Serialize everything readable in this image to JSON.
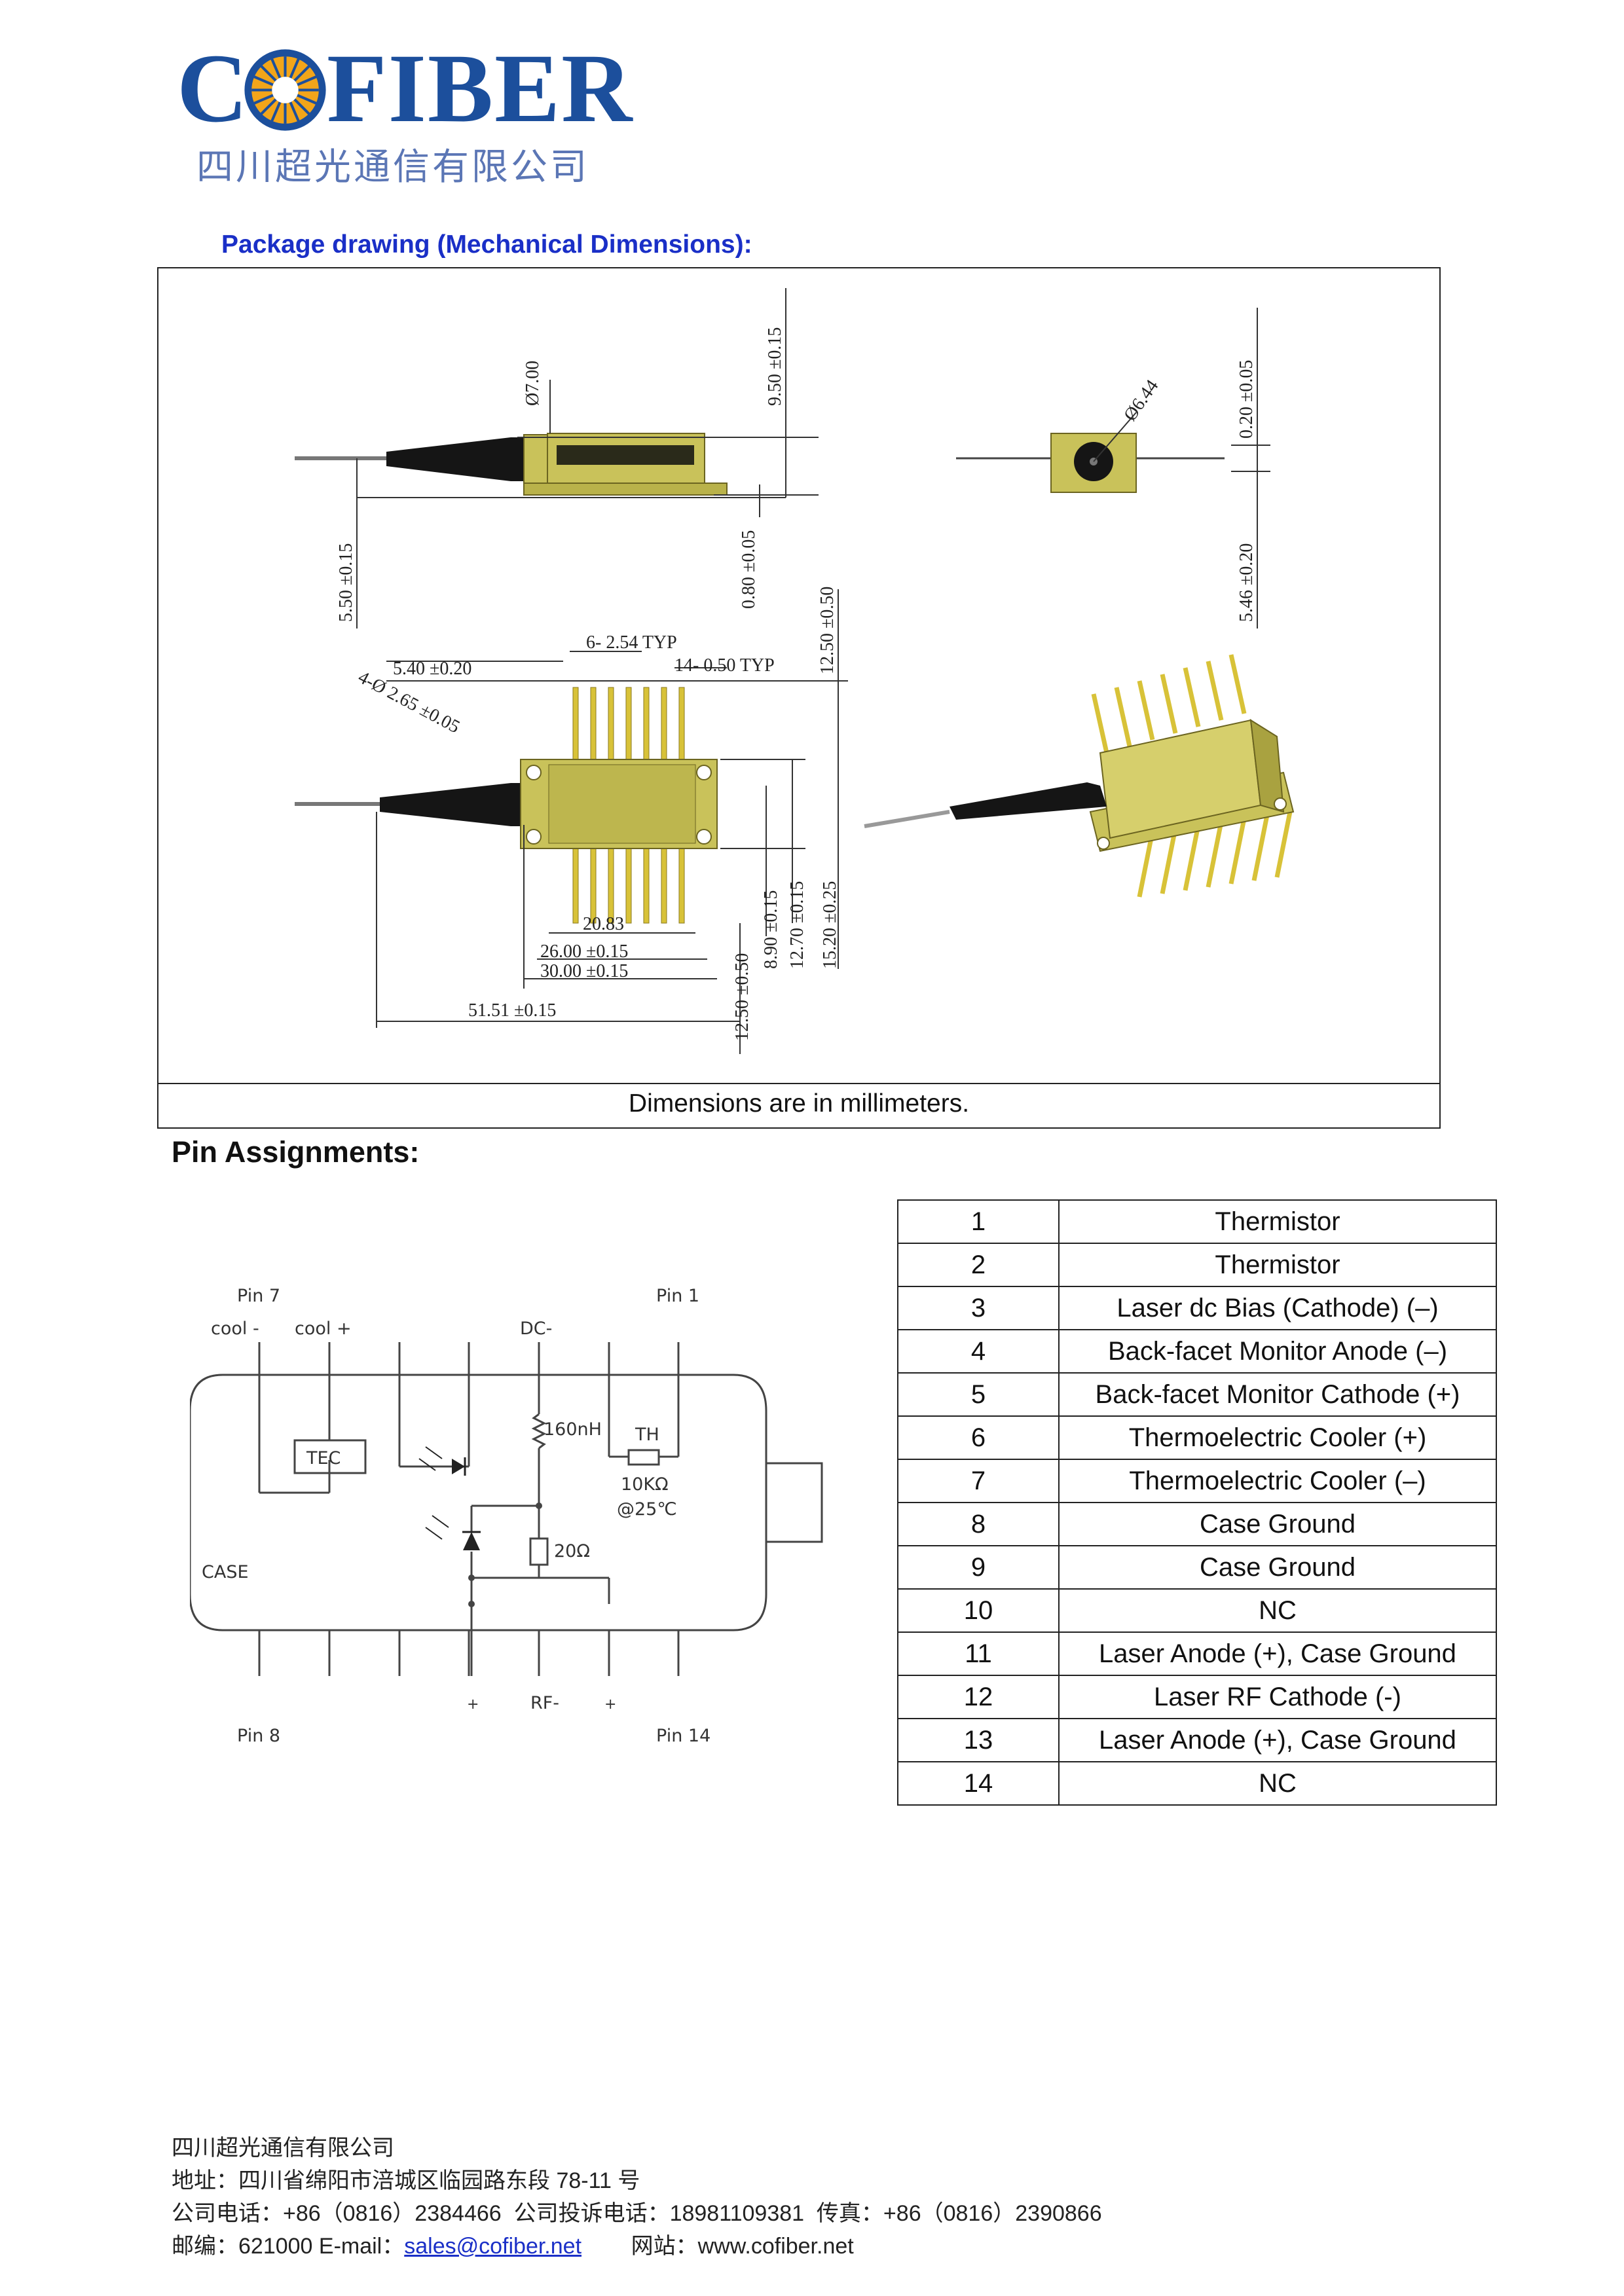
{
  "logo": {
    "wordmark": "COFIBER",
    "company_cn": "四川超光通信有限公司"
  },
  "package_section": {
    "title": "Package drawing (Mechanical Dimensions):",
    "caption": "Dimensions are in millimeters.",
    "dimensions": {
      "d_7": "Ø7.00",
      "h_9_50": "9.50 ±0.15",
      "h_5_50": "5.50 ±0.15",
      "h_0_80": "0.80 ±0.05",
      "d_6_44": "Ø6.44",
      "h_0_20": "0.20 ±0.05",
      "h_5_46": "5.46 ±0.20",
      "pin_pitch": "6- 2.54  TYP",
      "pin_width": "14- 0.50  TYP",
      "w_5_40": "5.40  ±0.20",
      "holes": "4-Ø 2.65 ±0.05",
      "h_12_50_top": "12.50 ±0.50",
      "w_20_83": "20.83",
      "w_26_00": "26.00  ±0.15",
      "w_30_00": "30.00  ±0.15",
      "w_51_51": "51.51  ±0.15",
      "h_12_50_bot": "12.50 ±0.50",
      "h_8_90": "8.90 ±0.15",
      "h_12_70": "12.70 ±0.15",
      "h_15_20": "15.20 ±0.25"
    }
  },
  "pin_section": {
    "title": "Pin Assignments:",
    "schematic": {
      "pin7": "Pin 7",
      "pin1": "Pin 1",
      "pin8": "Pin 8",
      "pin14": "Pin 14",
      "cool_minus": "cool -",
      "cool_plus": "cool +",
      "dc_minus": "DC-",
      "tec": "TEC",
      "inductor": "160nH",
      "th": "TH",
      "th_value": "10KΩ",
      "th_temp": "@25℃",
      "case": "CASE",
      "resistor": "20Ω",
      "plus_left": "+",
      "rf_minus": "RF-",
      "plus_right": "+"
    },
    "pins": [
      {
        "num": "1",
        "function": "Thermistor"
      },
      {
        "num": "2",
        "function": "Thermistor"
      },
      {
        "num": "3",
        "function": "Laser dc Bias (Cathode) (–)"
      },
      {
        "num": "4",
        "function": "Back-facet Monitor Anode (–)"
      },
      {
        "num": "5",
        "function": "Back-facet Monitor Cathode (+)"
      },
      {
        "num": "6",
        "function": "Thermoelectric Cooler (+)"
      },
      {
        "num": "7",
        "function": "Thermoelectric Cooler (–)"
      },
      {
        "num": "8",
        "function": "Case Ground"
      },
      {
        "num": "9",
        "function": "Case Ground"
      },
      {
        "num": "10",
        "function": "NC"
      },
      {
        "num": "11",
        "function": "Laser Anode (+), Case Ground"
      },
      {
        "num": "12",
        "function": "Laser RF Cathode (-)"
      },
      {
        "num": "13",
        "function": "Laser Anode (+), Case Ground"
      },
      {
        "num": "14",
        "function": "NC"
      }
    ]
  },
  "footer": {
    "company": "四川超光通信有限公司",
    "address": "地址：四川省绵阳市涪城区临园路东段 78-11 号",
    "phones": "公司电话：+86（0816）2384466  公司投诉电话：18981109381  传真：+86（0816）2390866",
    "postcode_email_label": "邮编：621000 E-mail：",
    "email": "sales@cofiber.net",
    "website": "        网站：www.cofiber.net"
  },
  "colors": {
    "brand_blue": "#1c4f9c",
    "title_blue": "#1a2fc7",
    "package_body": "#c9c25a",
    "package_dark": "#6b6420",
    "pin_gold": "#d8c238"
  }
}
